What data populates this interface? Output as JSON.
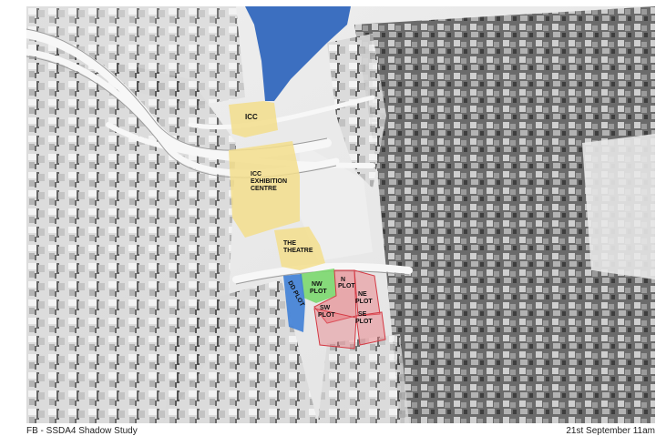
{
  "map": {
    "labels": {
      "icc": "ICC",
      "exhibition_line1": "ICC",
      "exhibition_line2": "EXHIBITION",
      "exhibition_line3": "CENTRE",
      "theatre_line1": "THE",
      "theatre_line2": "THEATRE",
      "nw_line1": "NW",
      "nw_line2": "PLOT",
      "n_line1": "N",
      "n_line2": "PLOT",
      "ne_line1": "NE",
      "ne_line2": "PLOT",
      "se_line1": "SE",
      "se_line2": "PLOT",
      "sw_line1": "SW",
      "sw_line2": "PLOT",
      "dd_plot": "DD PLOT"
    },
    "colors": {
      "water": "#3c6fc0",
      "existing_venue": "#f3de8c",
      "nw_plot": "#7bd86e",
      "dd_plot": "#3f7fd6",
      "south_plots": "#e8747a",
      "ground": "#e9e9e9",
      "building": "#b8b8b8",
      "shadow": "#4a4a4a"
    }
  },
  "footer": {
    "left": "FB - SSDA4 Shadow Study",
    "right": "21st September 11am"
  }
}
